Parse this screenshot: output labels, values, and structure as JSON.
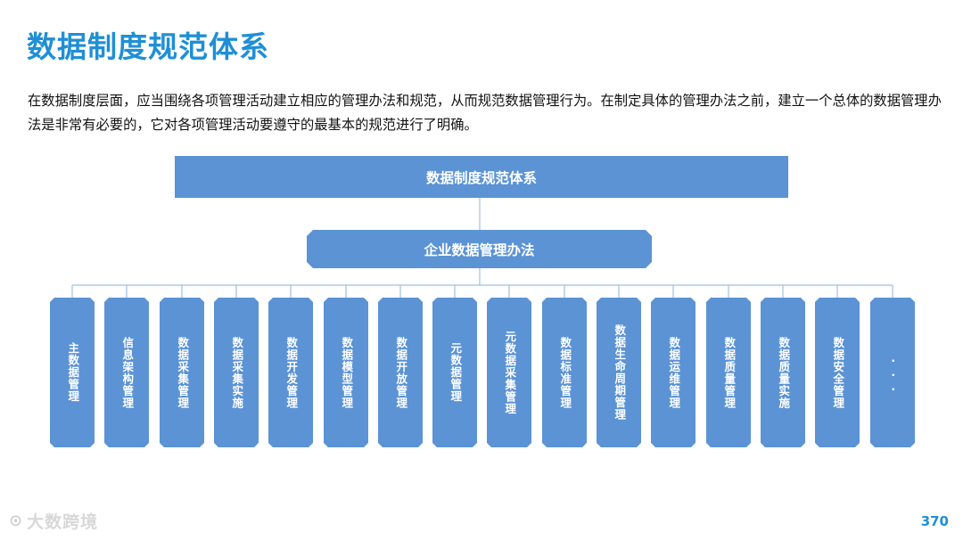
{
  "title": "数据制度规范体系",
  "intro": "在数据制度层面，应当围绕各项管理活动建立相应的管理办法和规范，从而规范数据管理行为。在制定具体的管理办法之前，建立一个总体的数据管理办法是非常有必要的，它对各项管理活动要遵守的最基本的规范进行了明确。",
  "diagram": {
    "root": "数据制度规范体系",
    "level2": "企业数据管理办法",
    "leaves": [
      "主数据管理",
      "信息架构管理",
      "数据采集管理",
      "数据采集实施",
      "数据开发管理",
      "数据模型管理",
      "数据开放管理",
      "元数据管理",
      "元数据采集管理",
      "数据标准管理",
      "数据生命周期管理",
      "数据运维管理",
      "数据质量管理",
      "数据质量实施",
      "数据安全管理",
      "..."
    ]
  },
  "footer": {
    "logo_glyph": "⊙",
    "logo_text": "大数跨境",
    "page_number": "370"
  },
  "colors": {
    "accent": "#1f8fd6",
    "box_fill": "#5b93d5",
    "connector": "#9fbfe3"
  }
}
